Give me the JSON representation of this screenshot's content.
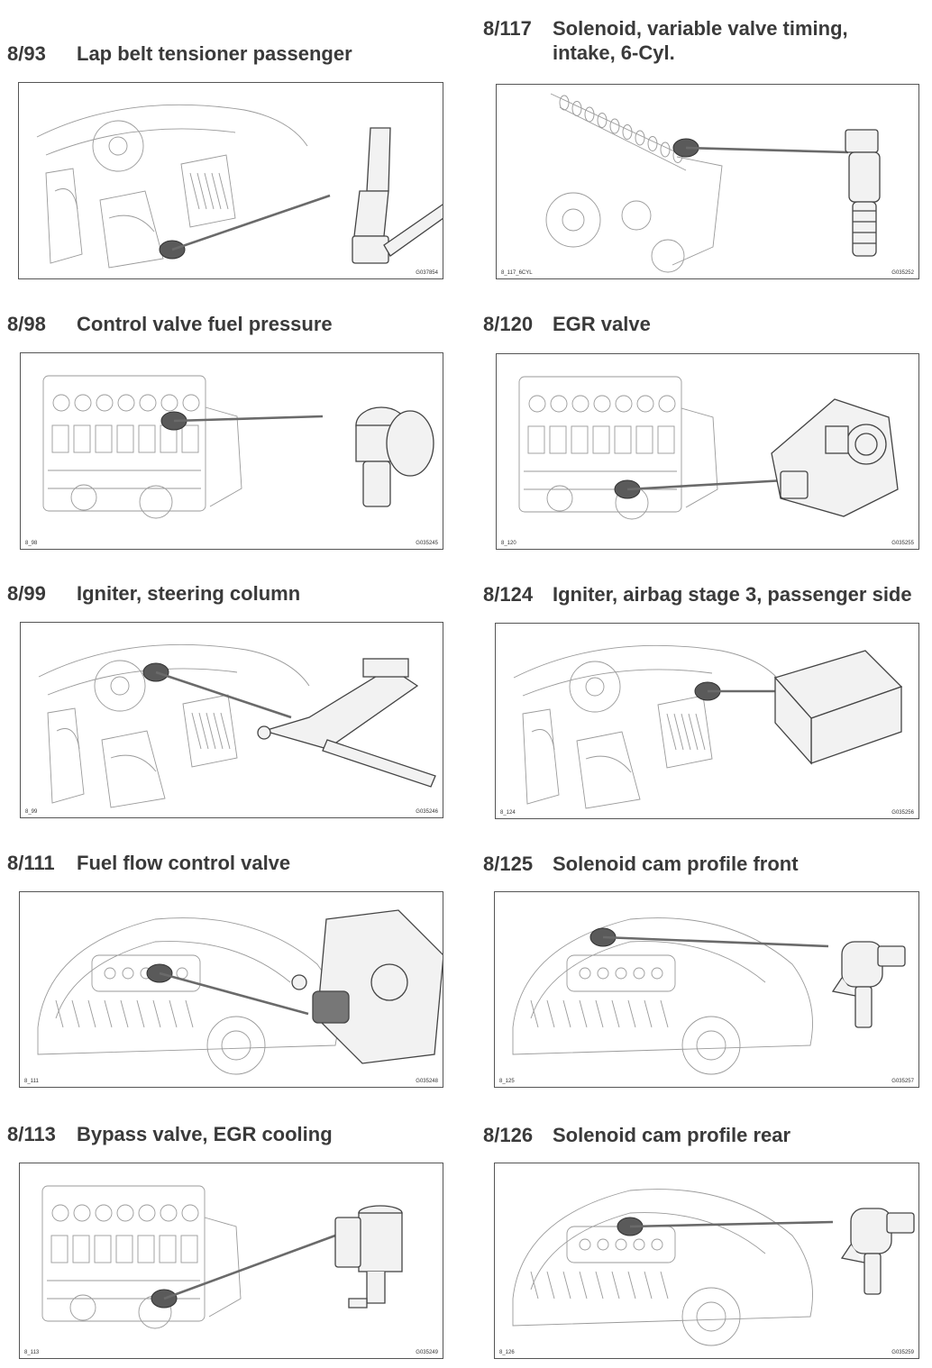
{
  "entries": [
    {
      "id": "8/93",
      "title": "Lap belt tensioner passenger",
      "left_code": "",
      "right_code": "G037854",
      "component_icon": "belt-tensioner-icon",
      "shape": "belt"
    },
    {
      "id": "8/117",
      "title": "Solenoid, variable valve timing,\nintake, 6-Cyl.",
      "left_code": "8_117_6CYL",
      "right_code": "G035252",
      "component_icon": "solenoid-icon",
      "shape": "solenoid"
    },
    {
      "id": "8/98",
      "title": "Control valve fuel pressure",
      "left_code": "8_98",
      "right_code": "G035245",
      "component_icon": "pressure-valve-icon",
      "shape": "valve"
    },
    {
      "id": "8/120",
      "title": "EGR valve",
      "left_code": "8_120",
      "right_code": "G035255",
      "component_icon": "egr-valve-icon",
      "shape": "egr"
    },
    {
      "id": "8/99",
      "title": "Igniter, steering column",
      "left_code": "8_99",
      "right_code": "G035246",
      "component_icon": "steering-column-icon",
      "shape": "steering"
    },
    {
      "id": "8/124",
      "title": "Igniter, airbag stage 3, passenger side",
      "left_code": "8_124",
      "right_code": "G035256",
      "component_icon": "airbag-module-icon",
      "shape": "airbag"
    },
    {
      "id": "8/111",
      "title": "Fuel flow control valve",
      "left_code": "8_111",
      "right_code": "G035248",
      "component_icon": "fuel-pump-icon",
      "shape": "pump"
    },
    {
      "id": "8/125",
      "title": "Solenoid cam profile front",
      "left_code": "8_125",
      "right_code": "G035257",
      "component_icon": "cam-solenoid-icon",
      "shape": "camsol"
    },
    {
      "id": "8/113",
      "title": "Bypass valve, EGR cooling",
      "left_code": "8_113",
      "right_code": "G035249",
      "component_icon": "bypass-valve-icon",
      "shape": "bypass"
    },
    {
      "id": "8/126",
      "title": "Solenoid cam profile rear",
      "left_code": "8_126",
      "right_code": "G035259",
      "component_icon": "cam-solenoid-icon",
      "shape": "camsol"
    }
  ]
}
